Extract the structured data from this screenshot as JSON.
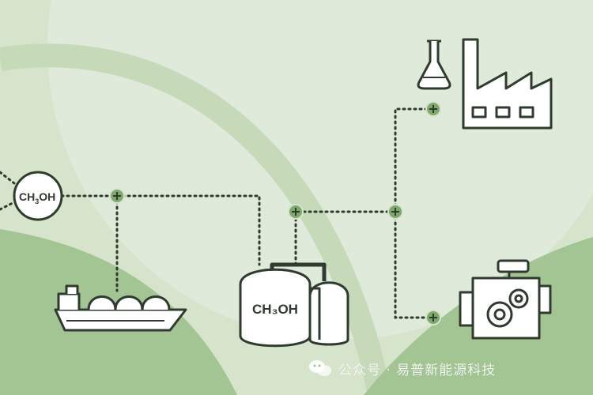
{
  "diagram": {
    "hub_label": {
      "main": "CH",
      "sub": "3",
      "tail": "OH"
    },
    "tank_label": "CH₃OH",
    "nodes": {
      "methanol_hub": "methanol-circle-icon",
      "ship": "lng-ship-icon",
      "storage": "methanol-storage-tank-icon",
      "chemistry": "flask-icon",
      "factory": "factory-icon",
      "engine": "engine-gear-icon"
    }
  },
  "watermark": {
    "icon": "wechat-icon",
    "text": "公众号 · 易普新能源科技"
  },
  "colors": {
    "background": "#d7e4cc",
    "band": "#c4d8b6",
    "hill": "#9bbd89",
    "line": "#2f3b2f",
    "connector": "#6f9a5f"
  }
}
